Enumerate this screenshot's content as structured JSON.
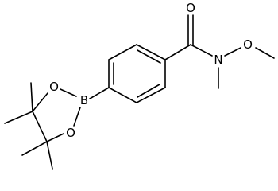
{
  "structure": {
    "atom_labels": {
      "o_carbonyl": "O",
      "n_amide": "N",
      "o_methoxy": "O",
      "b": "B",
      "o_ring_upper": "O",
      "o_ring_lower": "O"
    }
  }
}
